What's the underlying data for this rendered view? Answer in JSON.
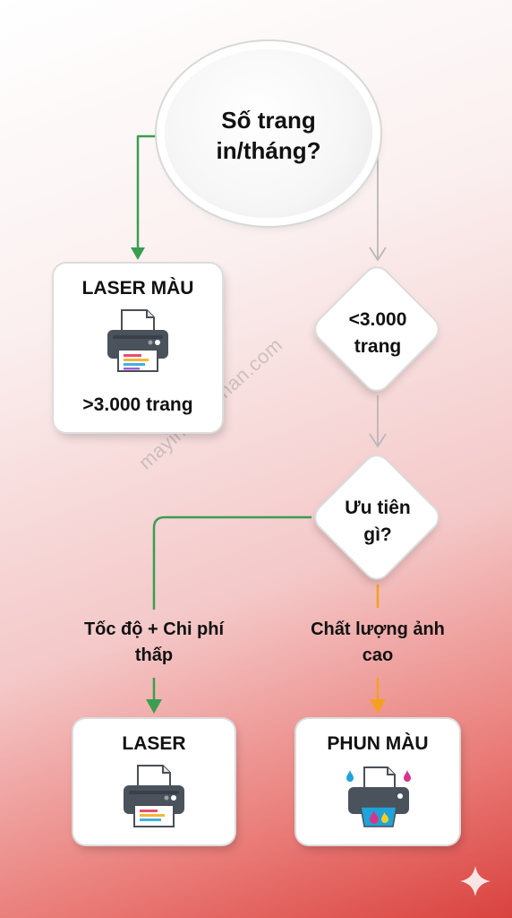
{
  "start": {
    "question": "Số trang in/tháng?"
  },
  "result_color_laser": {
    "title": "LASER MÀU",
    "subtitle": ">3.000 trang",
    "icon": "laser-printer-icon"
  },
  "decision_pages": {
    "text": "<3.000 trang"
  },
  "decision_priority": {
    "text": "Ưu tiên gì?"
  },
  "branch_left": {
    "label": "Tốc độ + Chi phí thấp",
    "color": "#3a9e50"
  },
  "branch_right": {
    "label": "Chất lượng ảnh cao",
    "color": "#f4a11f"
  },
  "result_laser": {
    "title": "LASER",
    "icon": "laser-printer-icon"
  },
  "result_inkjet": {
    "title": "PHUN MÀU",
    "icon": "inkjet-printer-icon"
  },
  "watermark": "mayintoannhan.com",
  "connector_neutral_color": "#b8b8b8",
  "corner_mark": "sparkle-icon"
}
